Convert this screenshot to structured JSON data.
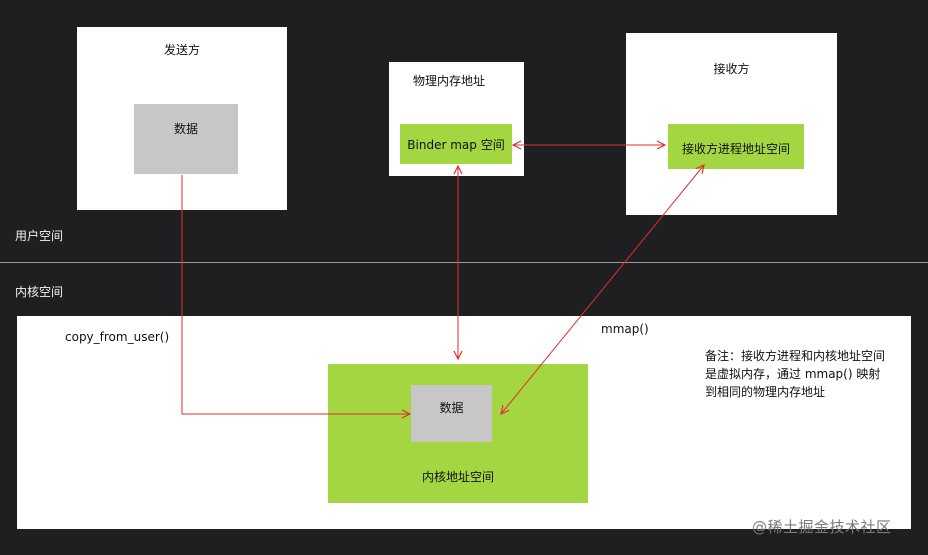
{
  "sender": {
    "title": "发送方",
    "data_label": "数据"
  },
  "physical_memory": {
    "title": "物理内存地址",
    "binder_map_label": "Binder map 空间"
  },
  "receiver": {
    "title": "接收方",
    "address_space_label": "接收方进程地址空间"
  },
  "regions": {
    "user_space": "用户空间",
    "kernel_space": "内核空间"
  },
  "kernel": {
    "copy_from_user": "copy_from_user()",
    "mmap": "mmap()",
    "data_label": "数据",
    "address_space_label": "内核地址空间"
  },
  "note": {
    "line1": "备注：接收方进程和内核地址空间",
    "line2": "是虚拟内存，通过 mmap() 映射",
    "line3": "到相同的物理内存地址"
  },
  "watermark": "@稀土掘金技术社区",
  "colors": {
    "background": "#1f1e20",
    "box": "#ffffff",
    "data_block": "#c7c7c7",
    "highlight": "#a3d640",
    "arrow": "#e03030"
  }
}
